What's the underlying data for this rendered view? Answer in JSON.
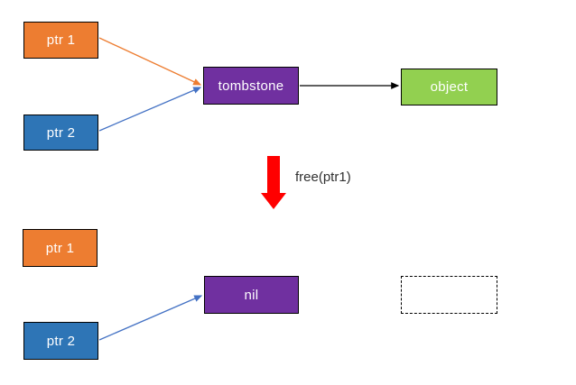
{
  "diagram": {
    "description_topic": "pointer tombstone diagram",
    "before": {
      "ptr1_label": "ptr 1",
      "ptr2_label": "ptr 2",
      "tombstone_label": "tombstone",
      "object_label": "object"
    },
    "transition": {
      "free_label": "free(ptr1)"
    },
    "after": {
      "ptr1_label": "ptr 1",
      "ptr2_label": "ptr 2",
      "nil_label": "nil",
      "empty_box_label": ""
    }
  },
  "colors": {
    "canvas_bg": "#ffffff",
    "orange": "#ED7D31",
    "blue": "#2E75B6",
    "purple": "#7030A0",
    "green": "#92D050",
    "arrow_orange": "#ED7D31",
    "arrow_blue": "#4472C4",
    "arrow_black": "#000000",
    "free_arrow_red": "#FF0000",
    "border": "#000000"
  }
}
